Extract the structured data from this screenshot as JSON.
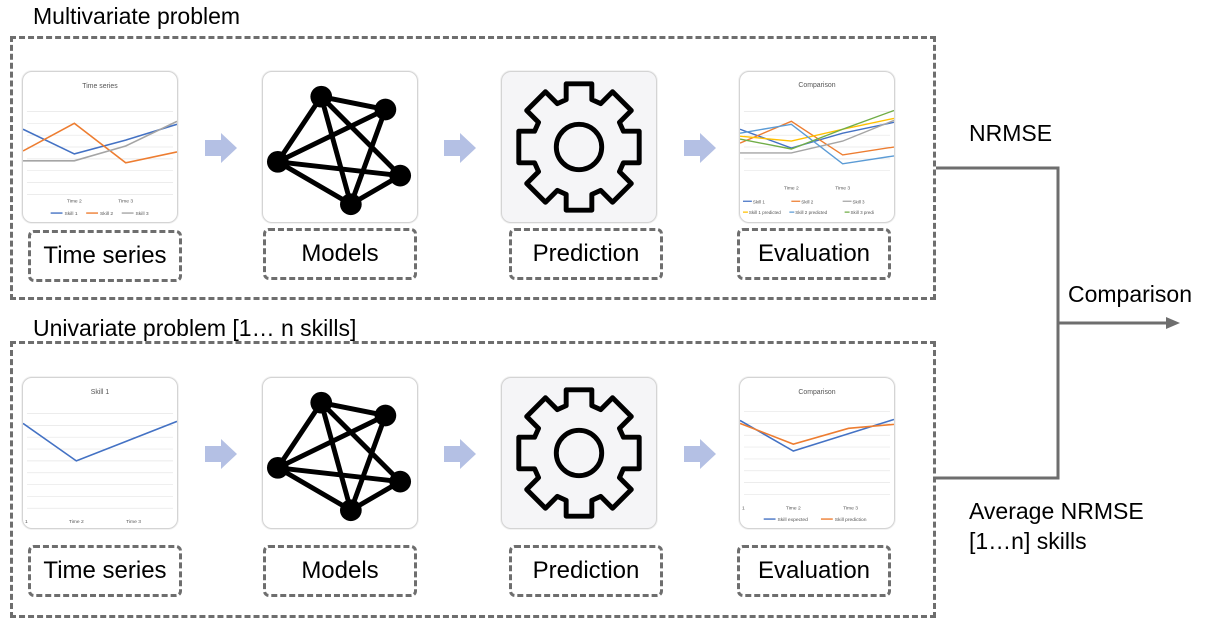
{
  "multivariate": {
    "title": "Multivariate problem",
    "steps": [
      "Time series",
      "Models",
      "Prediction",
      "Evaluation"
    ],
    "ts_chart": {
      "title": "Time series",
      "ticks": [
        "Time 2",
        "Time 3"
      ],
      "legend": [
        "Skill 1",
        "Skill 2",
        "Skill 3"
      ]
    },
    "eval_chart": {
      "title": "Comparison",
      "ticks": [
        "Time 2",
        "Time 3"
      ],
      "legend": [
        "Skill 1",
        "Skill 2",
        "Skill 3",
        "Skill 1 predicted",
        "Skill 2 predicted",
        "Skill 3 predi"
      ]
    }
  },
  "univariate": {
    "title": "Univariate problem [1… n skills]",
    "steps": [
      "Time series",
      "Models",
      "Prediction",
      "Evaluation"
    ],
    "ts_chart": {
      "title": "Skill 1",
      "ticks": [
        "1",
        "Time 2",
        "Time 3"
      ]
    },
    "eval_chart": {
      "title": "Comparison",
      "ticks": [
        "1",
        "Time 2",
        "Time 3"
      ],
      "legend": [
        "Skill expected",
        "Skill prediction"
      ]
    }
  },
  "outputs": {
    "multi_metric": "NRMSE",
    "uni_metric_line1": "Average NRMSE",
    "uni_metric_line2": "[1…n] skills",
    "comparison": "Comparison"
  },
  "colors": {
    "blue": "#4472c4",
    "orange": "#ed7d31",
    "gray": "#a5a5a5",
    "yellow": "#ffc000",
    "lightblue": "#5b9bd5",
    "green": "#70ad47",
    "arrow": "#b4c0e4",
    "border": "#6e6e6e"
  }
}
